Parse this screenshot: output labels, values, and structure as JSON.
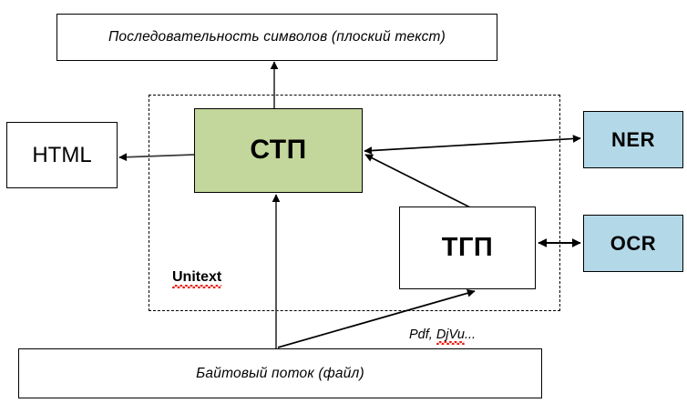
{
  "diagram": {
    "title_box": {
      "label": "Последовательность символов (плоский текст)"
    },
    "nodes": [
      {
        "id": "charseq",
        "label": "Последовательность символов (плоский текст)",
        "fill": "#ffffff",
        "stroke": "#000000"
      },
      {
        "id": "html",
        "label": "HTML",
        "fill": "#ffffff",
        "stroke": "#000000"
      },
      {
        "id": "stp",
        "label": "СТП",
        "fill": "#c3d69b",
        "stroke": "#000000"
      },
      {
        "id": "tgp",
        "label": "ТГП",
        "fill": "#ffffff",
        "stroke": "#000000"
      },
      {
        "id": "ner",
        "label": "NER",
        "fill": "#b3d8e8",
        "stroke": "#000000"
      },
      {
        "id": "ocr",
        "label": "OCR",
        "fill": "#b3d8e8",
        "stroke": "#000000"
      },
      {
        "id": "bytestream",
        "label": "Байтовый поток (файл)",
        "fill": "#ffffff",
        "stroke": "#000000"
      }
    ],
    "group": {
      "label": "Unitext",
      "spellcheck_underline": true,
      "border_style": "dashed"
    },
    "annotations": {
      "formats_label_prefix": "Pdf, ",
      "formats_label_misspelled": "DjVu",
      "formats_label_suffix": "..."
    },
    "edges": [
      {
        "from": "stp",
        "to": "charseq",
        "direction": "one-way"
      },
      {
        "from": "stp",
        "to": "html",
        "direction": "one-way"
      },
      {
        "from": "stp",
        "to": "ner",
        "direction": "two-way"
      },
      {
        "from": "tgp",
        "to": "stp",
        "direction": "one-way"
      },
      {
        "from": "tgp",
        "to": "ocr",
        "direction": "two-way"
      },
      {
        "from": "bytestream",
        "to": "stp",
        "direction": "one-way"
      },
      {
        "from": "bytestream",
        "to": "tgp",
        "direction": "one-way"
      }
    ]
  }
}
